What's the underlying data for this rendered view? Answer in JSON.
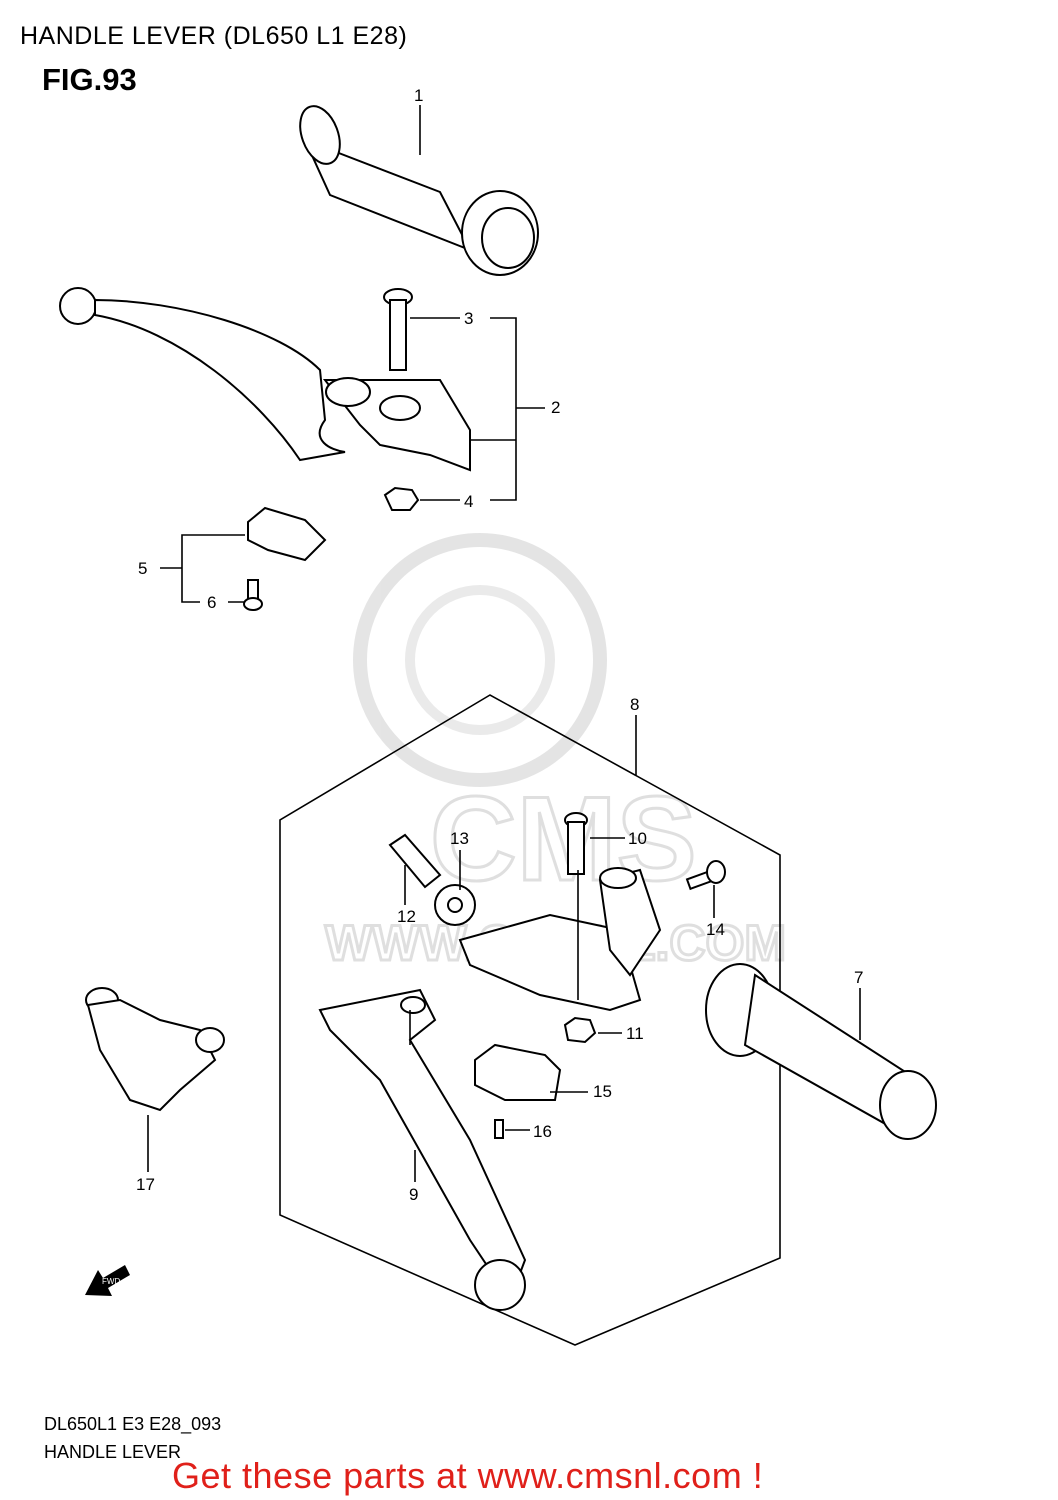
{
  "header": {
    "title": "HANDLE LEVER (DL650 L1 E28)",
    "figure": "FIG.93"
  },
  "footer": {
    "code": "DL650L1 E3 E28_093",
    "name": "HANDLE LEVER"
  },
  "promo": {
    "text": "Get these parts at www.cmsnl.com !",
    "color": "#e0201a"
  },
  "watermark": {
    "logo": "CMS",
    "url": "WWW.CMSNL.COM"
  },
  "fwd_arrow": {
    "label": "FWD"
  },
  "callouts": {
    "c1": "1",
    "c2": "2",
    "c3": "3",
    "c4": "4",
    "c5": "5",
    "c6": "6",
    "c7": "7",
    "c8": "8",
    "c9": "9",
    "c10": "10",
    "c11": "11",
    "c12": "12",
    "c13": "13",
    "c14": "14",
    "c15": "15",
    "c16": "16",
    "c17": "17"
  }
}
